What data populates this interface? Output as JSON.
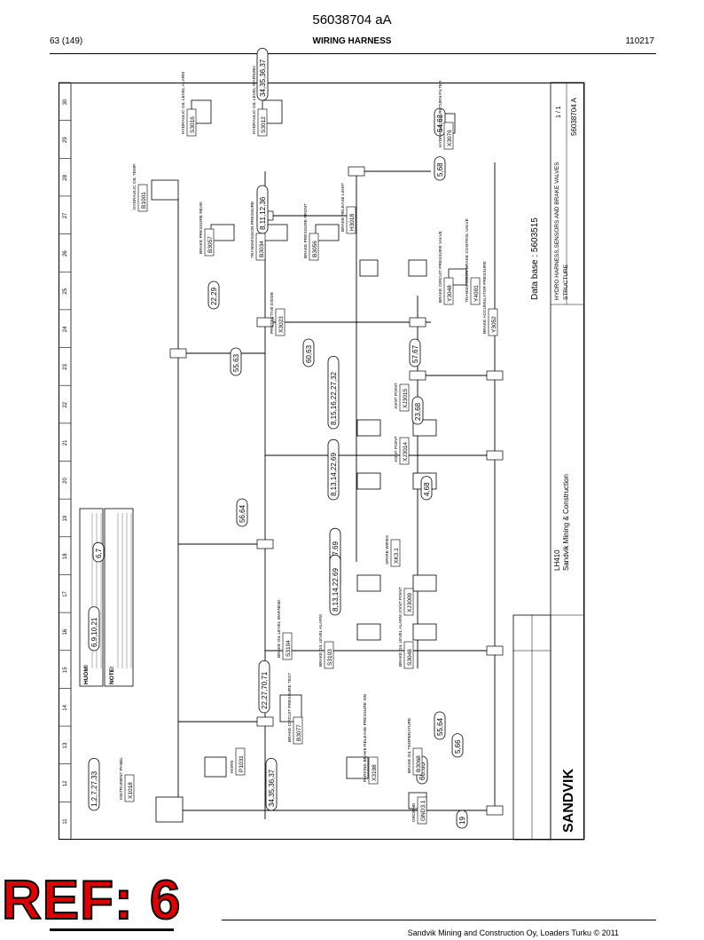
{
  "header": {
    "doc_code": "56038704 aA",
    "page": "63 (149)",
    "section": "WIRING HARNESS",
    "date": "110217"
  },
  "drawing": {
    "zones": [
      "11",
      "12",
      "13",
      "14",
      "15",
      "16",
      "17",
      "18",
      "19",
      "20",
      "21",
      "22",
      "23",
      "24",
      "25",
      "26",
      "27",
      "28",
      "29",
      "30"
    ],
    "components": [
      {
        "id": "X1018",
        "name": "INSTRUMENT PANEL"
      },
      {
        "id": "B1001",
        "name": "HYDRAULIC OIL TEMP."
      },
      {
        "id": "S3016",
        "name": "HYDRAULIC OIL LEVEL ALARM"
      },
      {
        "id": "S3012",
        "name": "HYDRAULIC OIL LEVEL WARNING"
      },
      {
        "id": "B3057",
        "name": "BRAKE PRESSURE REAR"
      },
      {
        "id": "B3034",
        "name": "TRANSMISSION PRESSURE"
      },
      {
        "id": "B3056",
        "name": "BRAKE PRESSURE FRONT"
      },
      {
        "id": "X3023",
        "name": "PROTECTIVE DIODE"
      },
      {
        "id": "H3018",
        "name": "BRAKE RELEASE LIGHT"
      },
      {
        "id": "Y3048",
        "name": "BRAKE CIRCUIT PRESSURE VALVE"
      },
      {
        "id": "Y4001",
        "name": "TRANSMISSION BRAKE CONTROL VALVE"
      },
      {
        "id": "Y3052",
        "name": "BRAKE ACCUMULATOR PRESSURE"
      },
      {
        "id": "X3076",
        "name": "HYDRAULIC OIL RETURN FILTER"
      },
      {
        "id": "XJ3015",
        "name": "JOINT POINT"
      },
      {
        "id": "XJ3014",
        "name": "JOINT POINT"
      },
      {
        "id": "XK3.1",
        "name": "SPARE WIRES"
      },
      {
        "id": "XJ3009",
        "name": "JOINT POINT"
      },
      {
        "id": "S3048",
        "name": "BRAKE OIL LEVEL ALARM"
      },
      {
        "id": "S3103",
        "name": "BRAKE OIL LEVEL ALARM"
      },
      {
        "id": "S3104",
        "name": "BRAKE OIL LEVEL WARNING"
      },
      {
        "id": "B3077",
        "name": "BRAKE CIRCUIT PRESSURE TEST"
      },
      {
        "id": "X3198",
        "name": "PARKING BRAKE RELEASE PRESSURE SW"
      },
      {
        "id": "B3068",
        "name": "BRAKE OIL TEMPERATURE"
      },
      {
        "id": "P1031",
        "name": "HORN"
      },
      {
        "id": "GND3.1",
        "name": "GROUND"
      }
    ],
    "wire_groups": [
      "1,2,7,27,33",
      "6,9,10,21",
      "34,35,36,37",
      "8,11,12,36",
      "22,29",
      "55,63",
      "60,63",
      "56,64",
      "6,7",
      "57,67",
      "23,68",
      "4,68",
      "54,63",
      "5,68",
      "8,15,16,22,27,32",
      "8,13,14,22,69",
      "8,12,26,27,69",
      "8,13,14,22,69",
      "22,27,70,71",
      "34,35,36,37",
      "5,66",
      "55,64",
      "60,63",
      "19"
    ],
    "notes_fi_title": "HUOM!",
    "notes_en_title": "NOTE!",
    "sheet": "1 / 1",
    "drawing_no": "56038704 A",
    "database": "Data base : 5603515",
    "product": "LH410",
    "company": "Sandvik Mining & Construction",
    "title": "HYDRO HARNESS,SENSORS AND BRAKE VALVES",
    "structure": "STRUCTURE",
    "brand": "SANDVIK"
  },
  "ref_stamp": "REF: 6",
  "footer": "Sandvik Mining and Construction Oy, Loaders Turku © 2011"
}
